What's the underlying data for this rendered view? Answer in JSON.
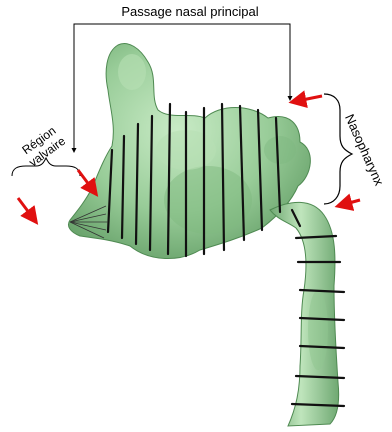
{
  "labels": {
    "main_passage": "Passage nasal principal",
    "region_line1": "Région",
    "region_line2": "valvaire",
    "nasopharynx": "Nasopharynx"
  },
  "colors": {
    "tissue": "#98cc98",
    "tissue_dark": "#5f9a62",
    "tissue_light": "#c9ebc6",
    "section_lines": "#111111",
    "arrow": "#e01010",
    "bracket": "#000000",
    "background": "#ffffff"
  },
  "icons": {
    "arrow_head": "filled-triangle"
  }
}
